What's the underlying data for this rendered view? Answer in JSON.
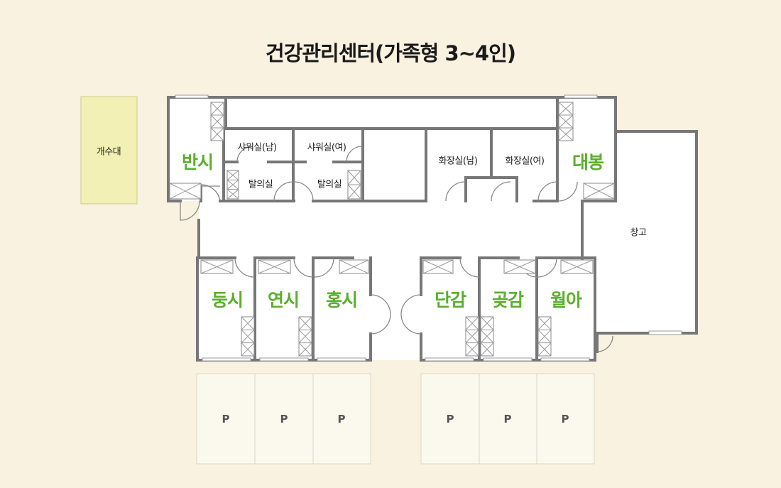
{
  "title": "건강관리센터(가족형 3~4인)",
  "rooms": {
    "bansi": "반시",
    "daebong": "대봉",
    "dungsi": "둥시",
    "yeonsi": "연시",
    "hongsi": "홍시",
    "dangam": "단감",
    "gotgam": "곶감",
    "worha": "월아"
  },
  "facilities": {
    "sink": "개수대",
    "shower_men": "샤워실(남)",
    "shower_women": "샤워실(여)",
    "changing_1": "탈의실",
    "changing_2": "탈의실",
    "toilet_men": "화장실(남)",
    "toilet_women": "화장실(여)",
    "storage": "창고"
  },
  "parking": [
    "P",
    "P",
    "P",
    "P",
    "P",
    "P"
  ],
  "colors": {
    "background": "#f9f2e1",
    "wall": "#777777",
    "floor": "#ffffff",
    "room_label": "#5aaf2c",
    "sink_fill": "#f2f0b4",
    "parking_fill": "#fbf8ee"
  }
}
